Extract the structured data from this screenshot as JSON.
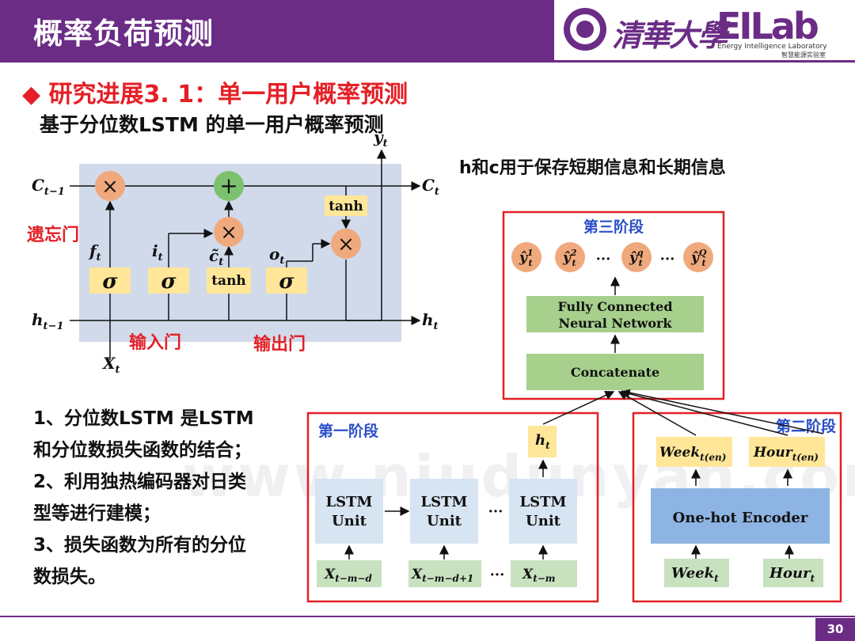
{
  "header": {
    "title": "概率负荷预测"
  },
  "logo": {
    "university": "清華大學",
    "lab_name": "EILab",
    "lab_subtitle": "Energy Intelligence Laboratory",
    "lab_subtitle_cn": "智慧能源实验室"
  },
  "section": {
    "heading": "◆ 研究进展3. 1：单一用户概率预测",
    "subheading": "基于分位数LSTM 的单一用户概率预测"
  },
  "lstm_cell": {
    "c_prev": "C",
    "c_prev_sub": "t−1",
    "c_next": "C",
    "c_next_sub": "t",
    "h_prev": "h",
    "h_prev_sub": "t−1",
    "h_next": "h",
    "h_next_sub": "t",
    "x_in": "X",
    "x_in_sub": "t",
    "y_out": "y",
    "y_out_sub": "t",
    "f_gate": "f",
    "f_gate_sub": "t",
    "i_gate": "i",
    "i_gate_sub": "t",
    "c_tilde": "c̃",
    "c_tilde_sub": "t",
    "o_gate": "o",
    "o_gate_sub": "t",
    "sigma": "σ",
    "tanh": "tanh",
    "times": "×",
    "plus": "+",
    "forget_label": "遗忘门",
    "input_label": "输入门",
    "output_label": "输出门"
  },
  "notes": [
    "1、分位数LSTM 是LSTM",
    "和分位数损失函数的结合；",
    "2、利用独热编码器对日类",
    "型等进行建模；",
    "3、损失函数为所有的分位",
    "数损失。"
  ],
  "right_diagram": {
    "caption": "h和c用于保存短期信息和长期信息",
    "stage3": {
      "title": "第三阶段",
      "outputs": [
        {
          "sup": "1"
        },
        {
          "sup": "2"
        },
        {
          "sup": "q"
        },
        {
          "sup": "Q"
        }
      ],
      "out_base": "ŷ",
      "out_sub": "t",
      "ellipsis": "···",
      "fc_line1": "Fully Connected",
      "fc_line2": "Neural Network",
      "concat": "Concatenate"
    },
    "stage1": {
      "title": "第一阶段",
      "h_label": "h",
      "h_sub": "t",
      "units": [
        {
          "line1": "LSTM",
          "line2": "Unit",
          "x_base": "X",
          "x_sub": "t−m−d"
        },
        {
          "line1": "LSTM",
          "line2": "Unit",
          "x_base": "X",
          "x_sub": "t−m−d+1"
        },
        {
          "line1": "LSTM",
          "line2": "Unit",
          "x_base": "X",
          "x_sub": "t−m"
        }
      ],
      "ellipsis": "···"
    },
    "stage2": {
      "title": "第二阶段",
      "week_en": "Week",
      "week_en_sub": "t(en)",
      "hour_en": "Hour",
      "hour_en_sub": "t(en)",
      "encoder": "One-hot Encoder",
      "week": "Week",
      "week_sub": "t",
      "hour": "Hour",
      "hour_sub": "t"
    }
  },
  "watermark": "www.niudunyan.com",
  "footer": {
    "page": "30"
  },
  "colors": {
    "brand": "#6b2c86",
    "red": "#e41f26",
    "orange": "#f0a97c",
    "green": "#a6d08c",
    "yellow": "#ffe699",
    "blue_box": "#d7e4f2",
    "encoder_blue": "#8db4e2"
  }
}
